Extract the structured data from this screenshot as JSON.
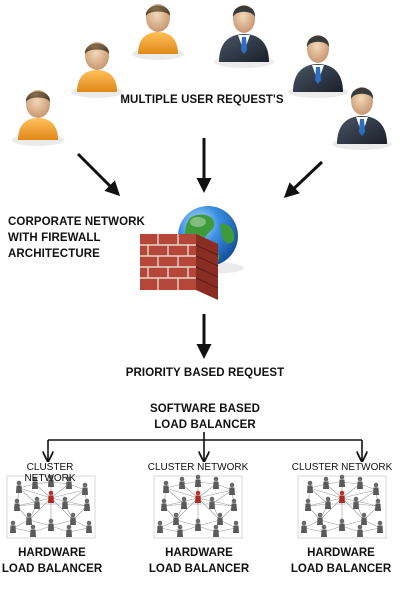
{
  "labels": {
    "requests": "MULTIPLE USER REQUEST'S",
    "corporate_line1": "CORPORATE NETWORK",
    "corporate_line2": "WITH FIREWALL",
    "corporate_line3": "ARCHITECTURE",
    "priority": "PRIORITY BASED REQUEST",
    "software_line1": "SOFTWARE BASED",
    "software_line2": "LOAD BALANCER"
  },
  "clusters": [
    {
      "title": "CLUSTER NETWORK",
      "line1": "HARDWARE",
      "line2": "LOAD BALANCER"
    },
    {
      "title": "CLUSTER NETWORK",
      "line1": "HARDWARE",
      "line2": "LOAD BALANCER"
    },
    {
      "title": "CLUSTER NETWORK",
      "line1": "HARDWARE",
      "line2": "LOAD BALANCER"
    }
  ],
  "icons": {
    "users": [
      "casual-user-icon",
      "casual-user-icon",
      "casual-user-icon",
      "business-user-icon",
      "business-user-icon",
      "business-user-icon"
    ],
    "firewall": "brick-firewall-icon",
    "globe": "globe-icon",
    "cluster": "people-network-icon"
  },
  "colors": {
    "arrow": "#111111",
    "brick": "#b5473a",
    "globe_ocean": "#2a7fd4",
    "globe_land": "#4aa84a",
    "casual_shirt": "#f0a030",
    "suit": "#2b3340",
    "highlight_person": "#c0302a"
  }
}
